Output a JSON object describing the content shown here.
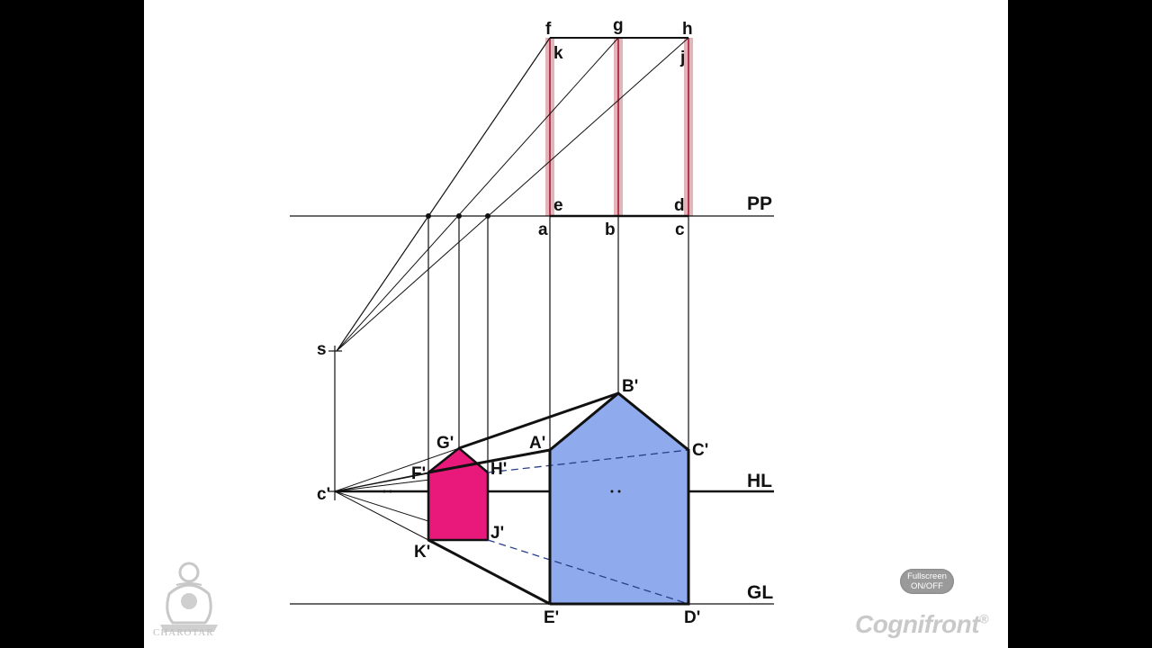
{
  "labels": {
    "f": "f",
    "g": "g",
    "h": "h",
    "k": "k",
    "j": "j",
    "e": "e",
    "d": "d",
    "a": "a",
    "b": "b",
    "c": "c",
    "pp": "PP",
    "hl": "HL",
    "gl": "GL",
    "s": "s",
    "c_prime": "c'",
    "A": "A'",
    "B": "B'",
    "C": "C'",
    "D": "D'",
    "E": "E'",
    "F": "F'",
    "G": "G'",
    "H": "H'",
    "J": "J'",
    "K": "K'"
  },
  "fullscreen": {
    "line1": "Fullscreen",
    "line2": "ON/OFF"
  },
  "brand": {
    "name": "Cognifront",
    "mark": "®"
  },
  "publisher": "CHAROTAR",
  "colors": {
    "front_face": "#8fabee",
    "small_face": "#e8197b",
    "highlight": "#d9aab0"
  }
}
